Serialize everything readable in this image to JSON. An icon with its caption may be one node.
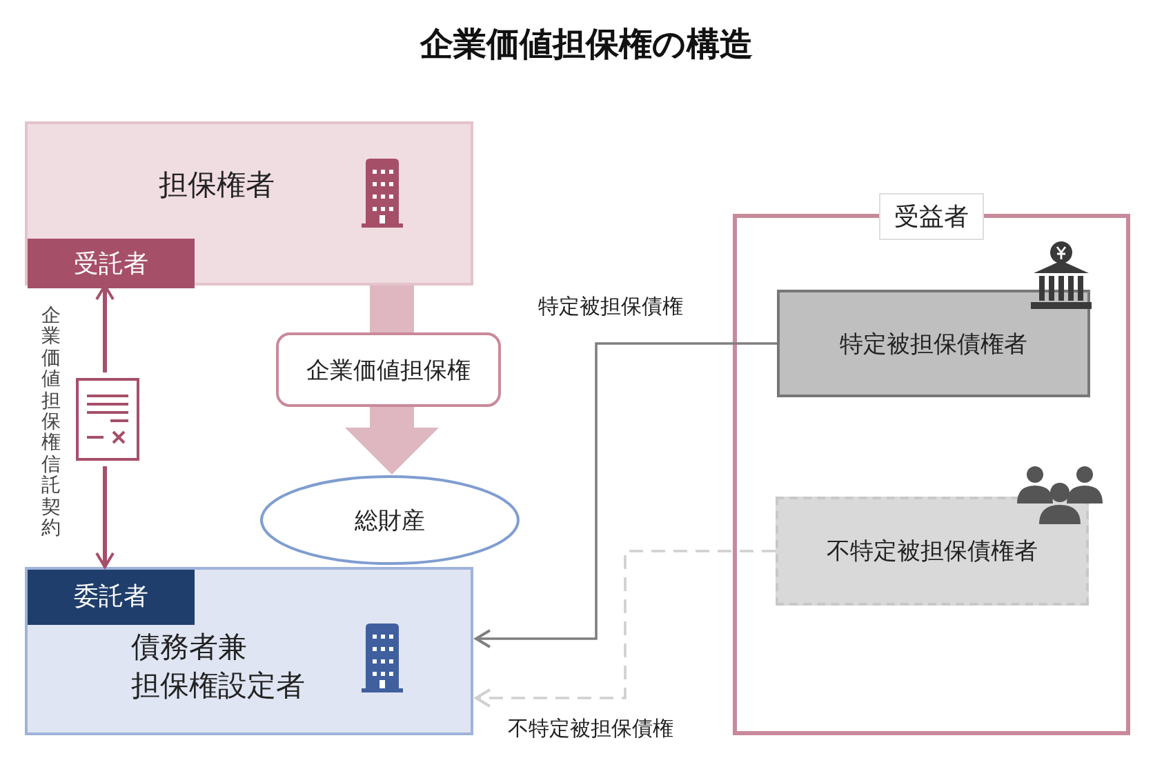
{
  "diagram": {
    "title": "企業価値担保権の構造",
    "nodes": [
      {
        "text": [
          "担保権者"
        ]
      },
      {
        "text": [
          "受託者"
        ],
        "in": 0
      },
      {
        "text": [
          "企業価値担保権"
        ]
      },
      {
        "text": [
          "総財産"
        ]
      },
      {
        "text": [
          "債務者兼",
          "担保権設定者"
        ]
      },
      {
        "text": [
          "委託者"
        ],
        "in": 4
      },
      {
        "text": [
          "受益者"
        ]
      },
      {
        "text": [
          "特定被担保債権者"
        ],
        "in": 6
      },
      {
        "text": [
          "不特定被担保債権者"
        ],
        "in": 6
      }
    ],
    "edges": [
      {
        "from": 1,
        "to": 5,
        "arrow": "both",
        "label": "企業価値担保権信託契約",
        "color": "#a64f69"
      },
      {
        "from": 0,
        "to": 2,
        "arrow": "none",
        "style": "thick",
        "color": "#deb7c0"
      },
      {
        "from": 2,
        "to": 3,
        "arrow": "to",
        "style": "thick",
        "color": "#deb7c0"
      },
      {
        "from": 7,
        "to": 4,
        "arrow": "to",
        "label": "特定被担保債権",
        "color": "#7f7f7f"
      },
      {
        "from": 8,
        "to": 4,
        "arrow": "to",
        "label": "不特定被担保債権",
        "style": "dashed",
        "color": "#d0d0d0"
      }
    ]
  }
}
